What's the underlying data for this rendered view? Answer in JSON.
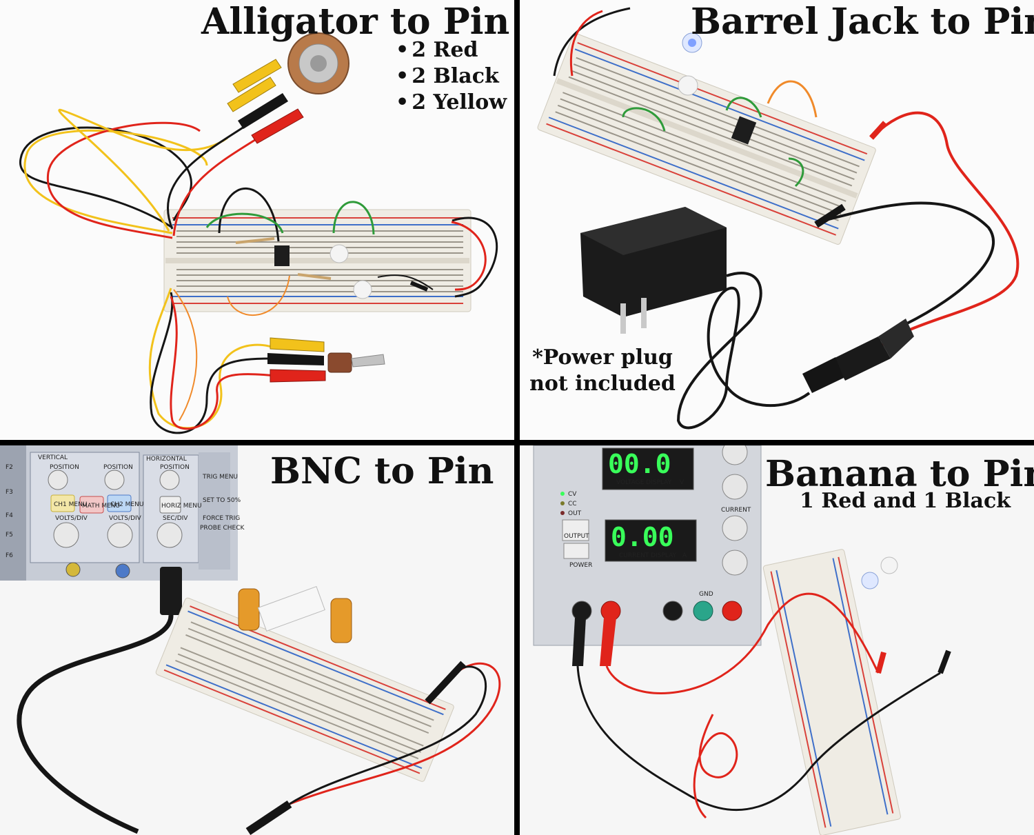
{
  "panels": {
    "alligator": {
      "title": "Alligator to Pin",
      "items": [
        "2 Red",
        "2 Black",
        "2 Yellow"
      ]
    },
    "barrel": {
      "title": "Barrel Jack to Pin",
      "note_line1": "*Power plug",
      "note_line2": "not included"
    },
    "bnc": {
      "title": "BNC to Pin",
      "scope_labels": {
        "vertical": "VERTICAL",
        "horizontal": "HORIZONTAL",
        "position": "POSITION",
        "ch1": "CH1 MENU",
        "math": "MATH MENU",
        "ch2": "CH2 MENU",
        "horiz": "HORIZ MENU",
        "volts_div": "VOLTS/DIV",
        "sec_div": "SEC/DIV",
        "trig_menu": "TRIG MENU",
        "set_to_50": "SET TO 50%",
        "force_trig": "FORCE TRIG",
        "probe_check": "PROBE CHECK",
        "f2": "F2",
        "f3": "F3",
        "f4": "F4",
        "f5": "F5",
        "f6": "F6"
      }
    },
    "banana": {
      "title": "Banana to Pin",
      "subtitle": "1 Red and 1 Black",
      "psu": {
        "voltage_reading": "00.0",
        "voltage_label": "VOLTAGE DISPLAY",
        "voltage_unit": "V",
        "current_reading": "0.00",
        "current_label": "CURRENT DISPLAY",
        "current_unit": "A",
        "cv": "CV",
        "cc": "CC",
        "out": "OUT",
        "output": "OUTPUT",
        "power": "POWER",
        "current_knob": "CURRENT",
        "gnd": "GND"
      }
    }
  },
  "colors": {
    "divider": "#000000",
    "wire_red": "#e0241b",
    "wire_black": "#151515",
    "wire_yellow": "#f2c21b",
    "wire_green": "#2f9b3a",
    "wire_orange": "#f08a2a",
    "breadboard": "#efece4",
    "rail_red": "#d9413a",
    "rail_blue": "#3e6fc9",
    "display_green": "#39ff5a"
  }
}
